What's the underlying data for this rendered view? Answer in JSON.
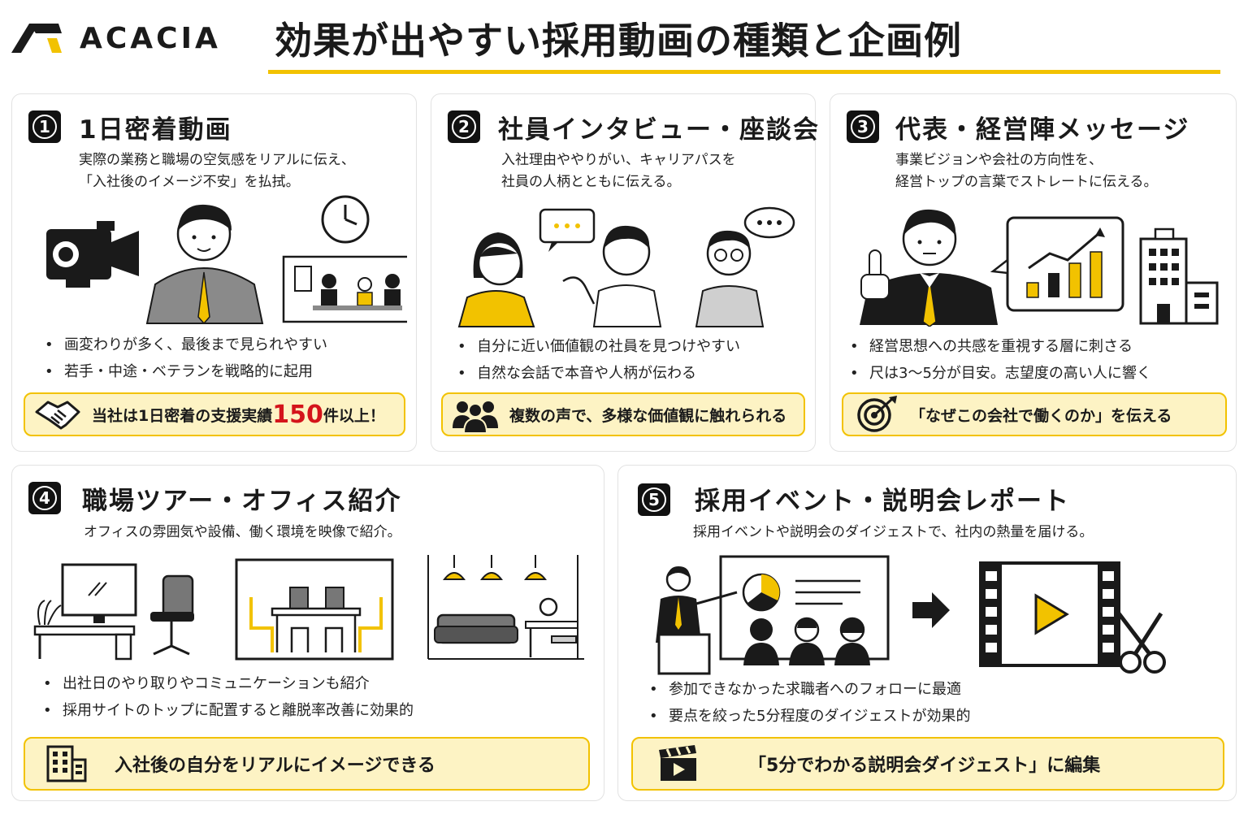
{
  "brand": {
    "name": "ACACIA",
    "color": "#f2c200"
  },
  "title": "効果が出やすい採用動画の種類と企画例",
  "cards": [
    {
      "num": "1",
      "title": "1日密着動画",
      "desc": "実際の業務と職場の空気感をリアルに伝え、\n「入社後のイメージ不安」を払拭。",
      "bullets": [
        "画変わりが多く、最後まで見られやすい",
        "若手・中途・ベテランを戦略的に起用"
      ],
      "callout": {
        "pre": "当社は1日密着の支援実績",
        "big": "150",
        "post": "件以上！",
        "icon": "handshake-icon"
      }
    },
    {
      "num": "2",
      "title": "社員インタビュー・座談会",
      "desc": "入社理由ややりがい、キャリアパスを\n社員の人柄とともに伝える。",
      "bullets": [
        "自分に近い価値観の社員を見つけやすい",
        "自然な会話で本音や人柄が伝わる"
      ],
      "callout": {
        "text": "複数の声で、多様な価値観に触れられる",
        "icon": "group-icon"
      }
    },
    {
      "num": "3",
      "title": "代表・経営陣メッセージ",
      "desc": "事業ビジョンや会社の方向性を、\n経営トップの言葉でストレートに伝える。",
      "bullets": [
        "経営思想への共感を重視する層に刺さる",
        "尺は3〜5分が目安。志望度の高い人に響く"
      ],
      "callout": {
        "text": "「なぜこの会社で働くのか」を伝える",
        "icon": "target-icon"
      }
    },
    {
      "num": "4",
      "title": "職場ツアー・オフィス紹介",
      "desc": "オフィスの雰囲気や設備、働く環境を映像で紹介。",
      "bullets": [
        "出社日のやり取りやコミュニケーションも紹介",
        "採用サイトのトップに配置すると離脱率改善に効果的"
      ],
      "callout": {
        "text": "入社後の自分をリアルにイメージできる",
        "icon": "building-icon"
      }
    },
    {
      "num": "5",
      "title": "採用イベント・説明会レポート",
      "desc": "採用イベントや説明会のダイジェストで、社内の熱量を届ける。",
      "bullets": [
        "参加できなかった求職者へのフォローに最適",
        "要点を絞った5分程度のダイジェストが効果的"
      ],
      "callout": {
        "text": "「5分でわかる説明会ダイジェスト」に編集",
        "icon": "clapperboard-icon"
      }
    }
  ]
}
